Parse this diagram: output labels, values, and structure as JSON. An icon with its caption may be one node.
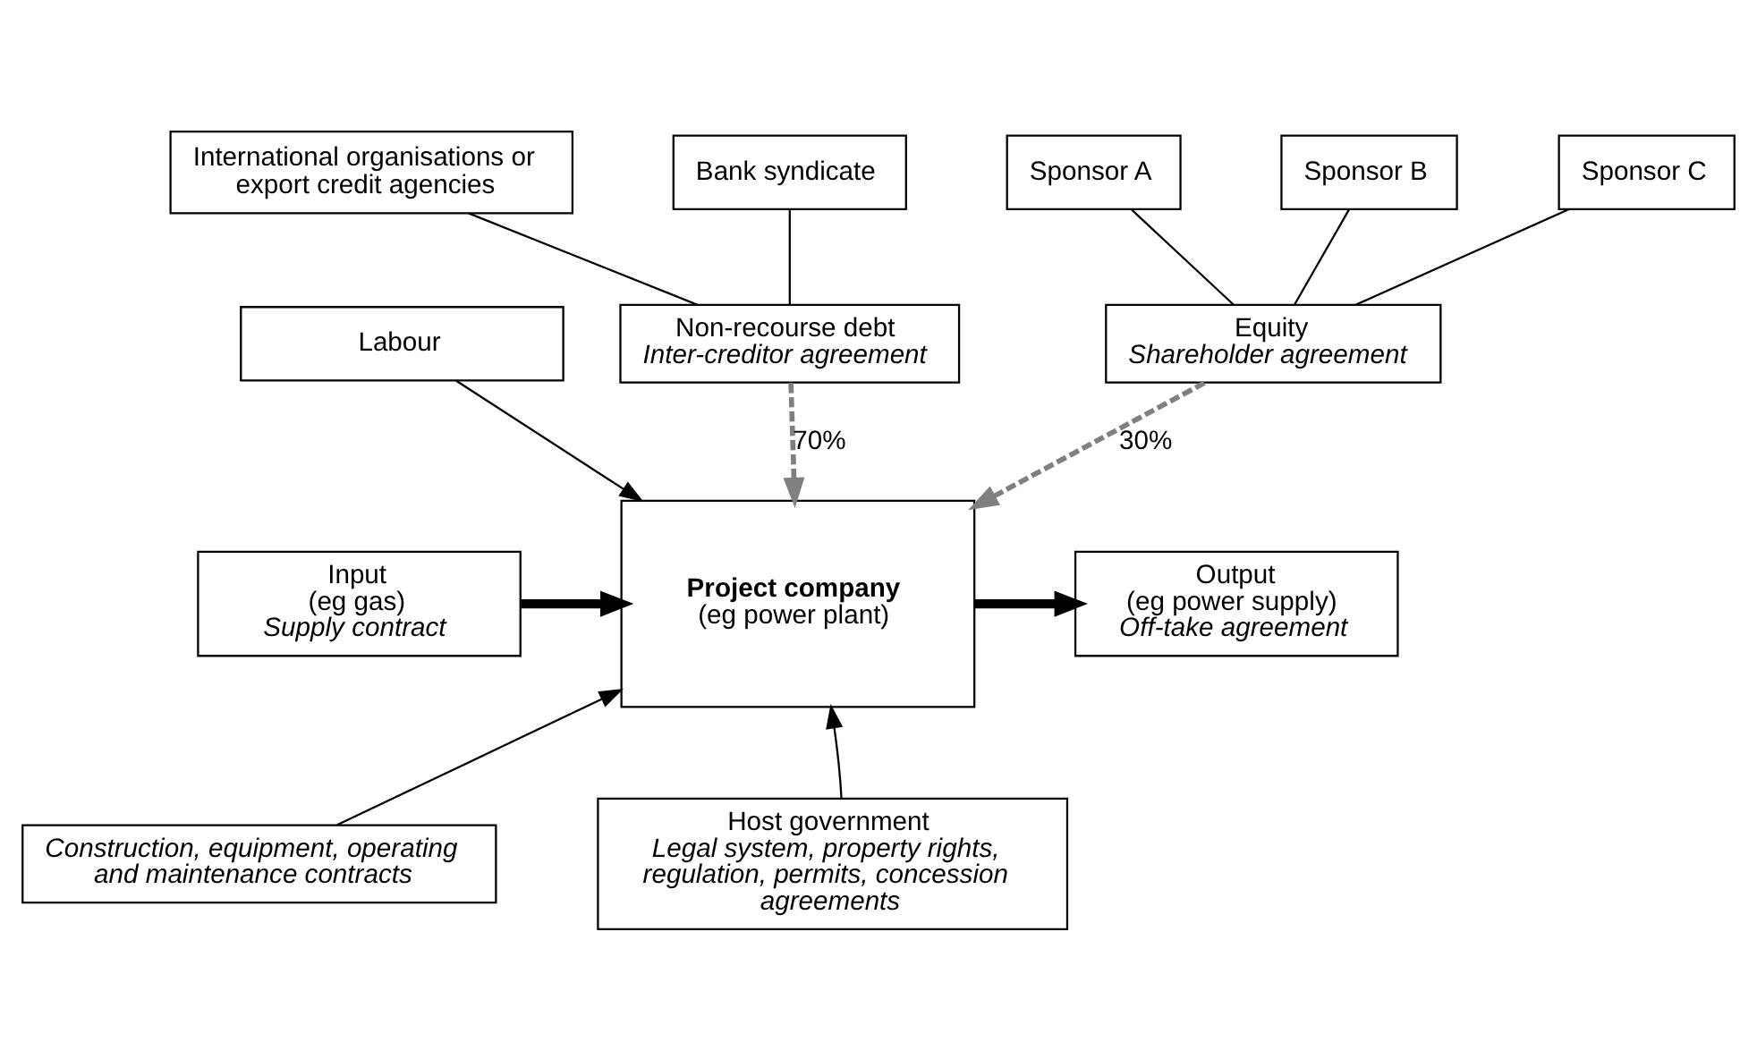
{
  "diagram": {
    "nodes": [
      {
        "text": [
          "International organisations or export credit agencies"
        ]
      },
      {
        "text": [
          "Bank syndicate"
        ]
      },
      {
        "text": [
          "Sponsor A"
        ]
      },
      {
        "text": [
          "Sponsor B"
        ]
      },
      {
        "text": [
          "Sponsor C"
        ]
      },
      {
        "text": [
          "Non-recourse debt",
          "Inter-creditor agreement"
        ]
      },
      {
        "text": [
          "Equity",
          "Shareholder agreement"
        ]
      },
      {
        "text": [
          "Labour"
        ]
      },
      {
        "text": [
          "Input",
          "(eg gas)",
          "Supply contract"
        ]
      },
      {
        "text": [
          "Project company",
          "(eg power plant)"
        ]
      },
      {
        "text": [
          "Output",
          "(eg power supply)",
          "Off-take agreement"
        ]
      },
      {
        "text": [
          "Construction, equipment, operating and maintenance contracts"
        ]
      },
      {
        "text": [
          "Host government",
          "Legal system, property rights, regulation, permits, concession agreements"
        ]
      }
    ],
    "edges": [
      {
        "from": 0,
        "to": 5,
        "arrow": "none"
      },
      {
        "from": 1,
        "to": 5,
        "arrow": "none"
      },
      {
        "from": 2,
        "to": 6,
        "arrow": "none"
      },
      {
        "from": 3,
        "to": 6,
        "arrow": "none"
      },
      {
        "from": 4,
        "to": 6,
        "arrow": "none"
      },
      {
        "from": 5,
        "to": 9,
        "arrow": "to",
        "label": "70%",
        "style": "dashed",
        "color": "#808080"
      },
      {
        "from": 6,
        "to": 9,
        "arrow": "to",
        "label": "30%",
        "style": "dashed",
        "color": "#808080"
      },
      {
        "from": 7,
        "to": 9,
        "arrow": "to"
      },
      {
        "from": 8,
        "to": 9,
        "arrow": "to",
        "style": "thick"
      },
      {
        "from": 9,
        "to": 10,
        "arrow": "to",
        "style": "thick"
      },
      {
        "from": 11,
        "to": 9,
        "arrow": "to"
      },
      {
        "from": 12,
        "to": 9,
        "arrow": "to"
      }
    ]
  }
}
